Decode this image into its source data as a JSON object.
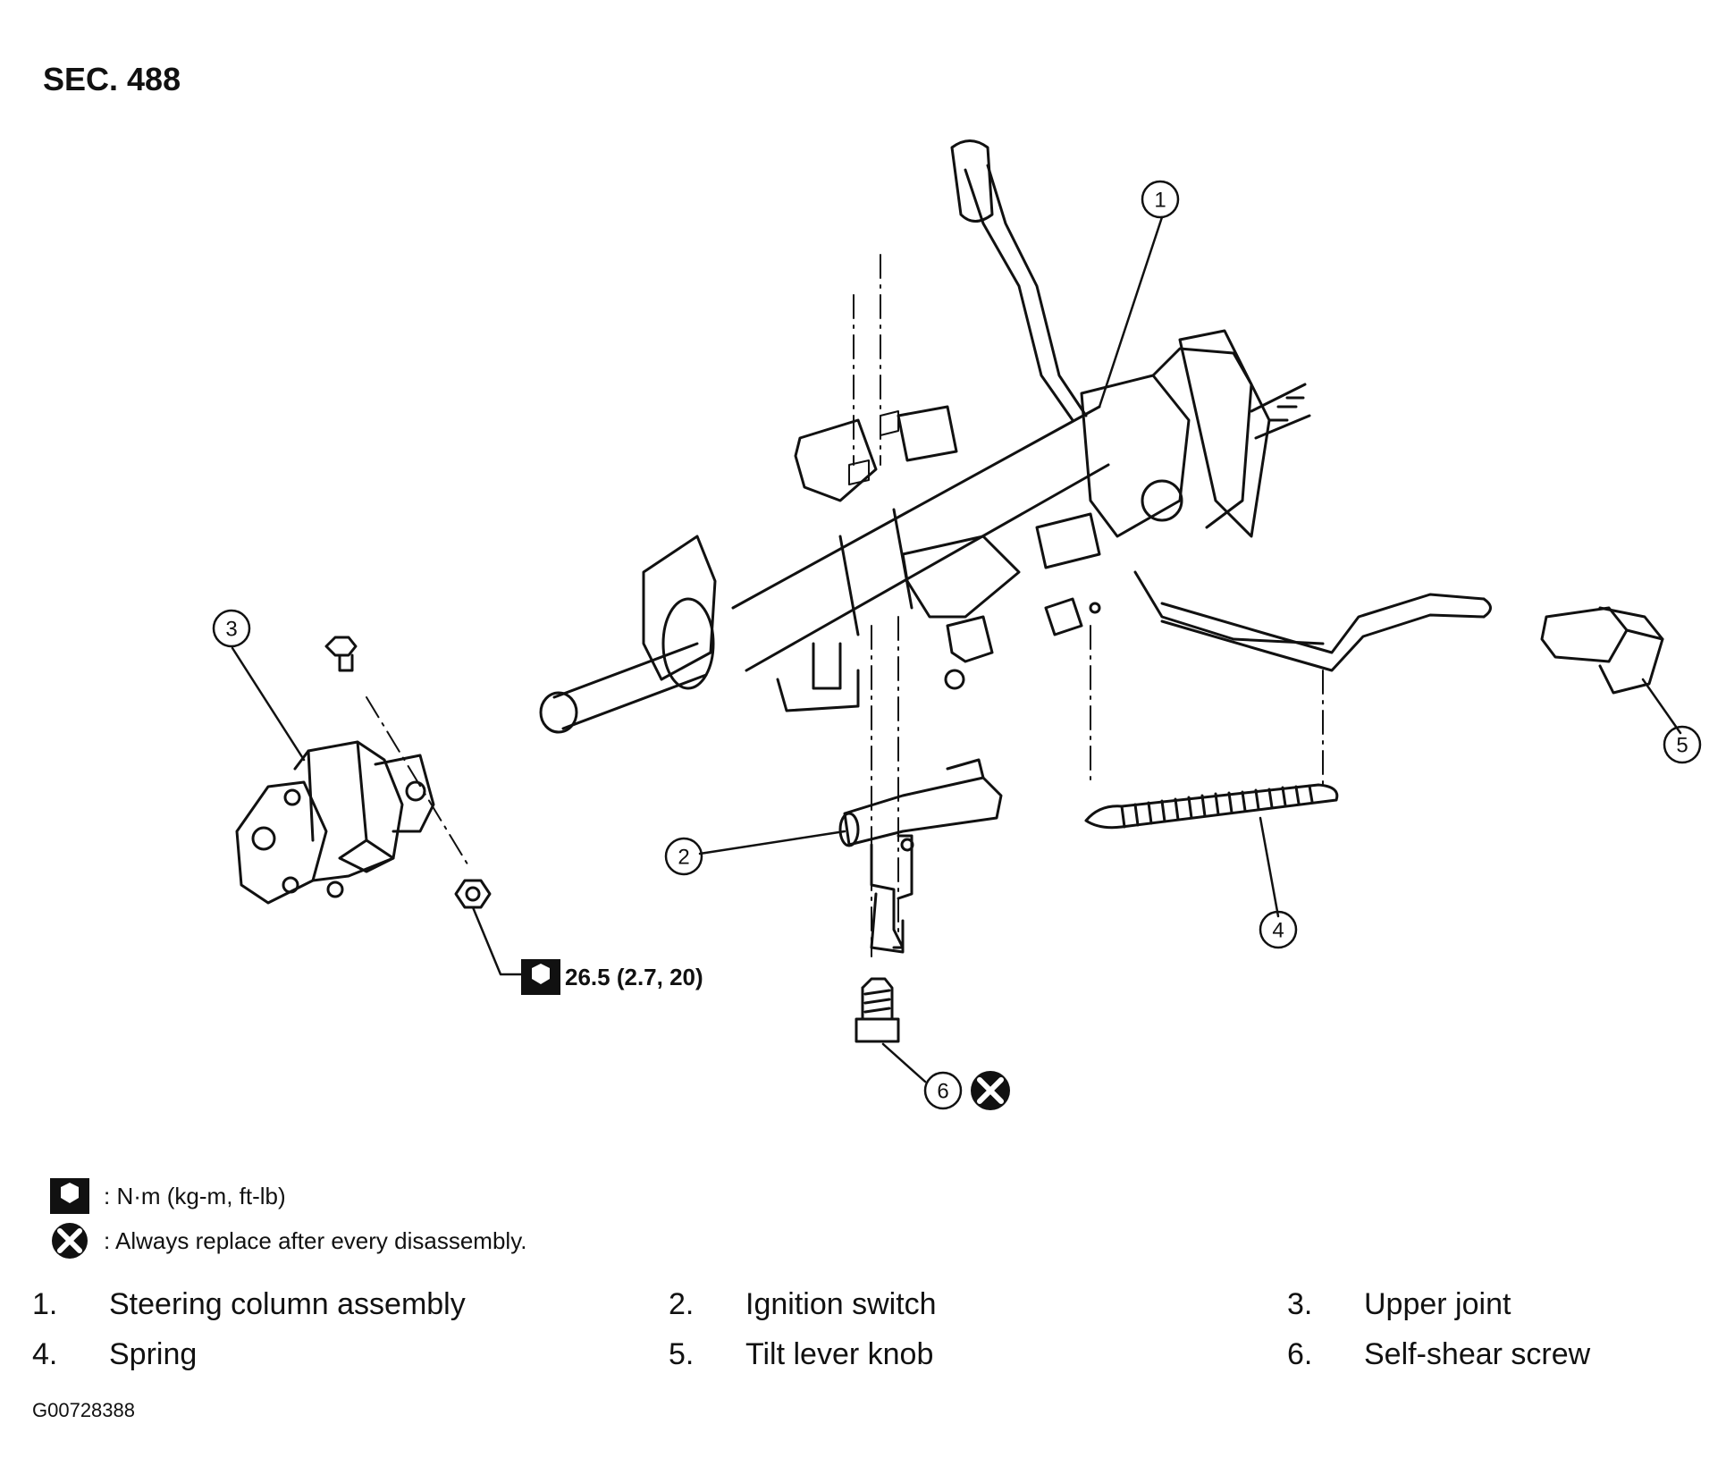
{
  "section_title": "SEC. 488",
  "torque": {
    "value": "26.5 (2.7, 20)"
  },
  "callouts": [
    "1",
    "2",
    "3",
    "4",
    "5",
    "6"
  ],
  "legend": {
    "torque_symbol_text": ": N·m (kg-m, ft-lb)",
    "replace_symbol_text": ": Always replace after every disassembly."
  },
  "parts": [
    {
      "num": "1.",
      "name": "Steering column assembly"
    },
    {
      "num": "2.",
      "name": "Ignition switch"
    },
    {
      "num": "3.",
      "name": "Upper joint"
    },
    {
      "num": "4.",
      "name": "Spring"
    },
    {
      "num": "5.",
      "name": "Tilt lever knob"
    },
    {
      "num": "6.",
      "name": "Self-shear screw"
    }
  ],
  "figure_code": "G00728388",
  "icons": [
    "torque-wrench-icon",
    "replace-x-icon"
  ],
  "colors": {
    "ink": "#111111",
    "background": "#ffffff"
  }
}
